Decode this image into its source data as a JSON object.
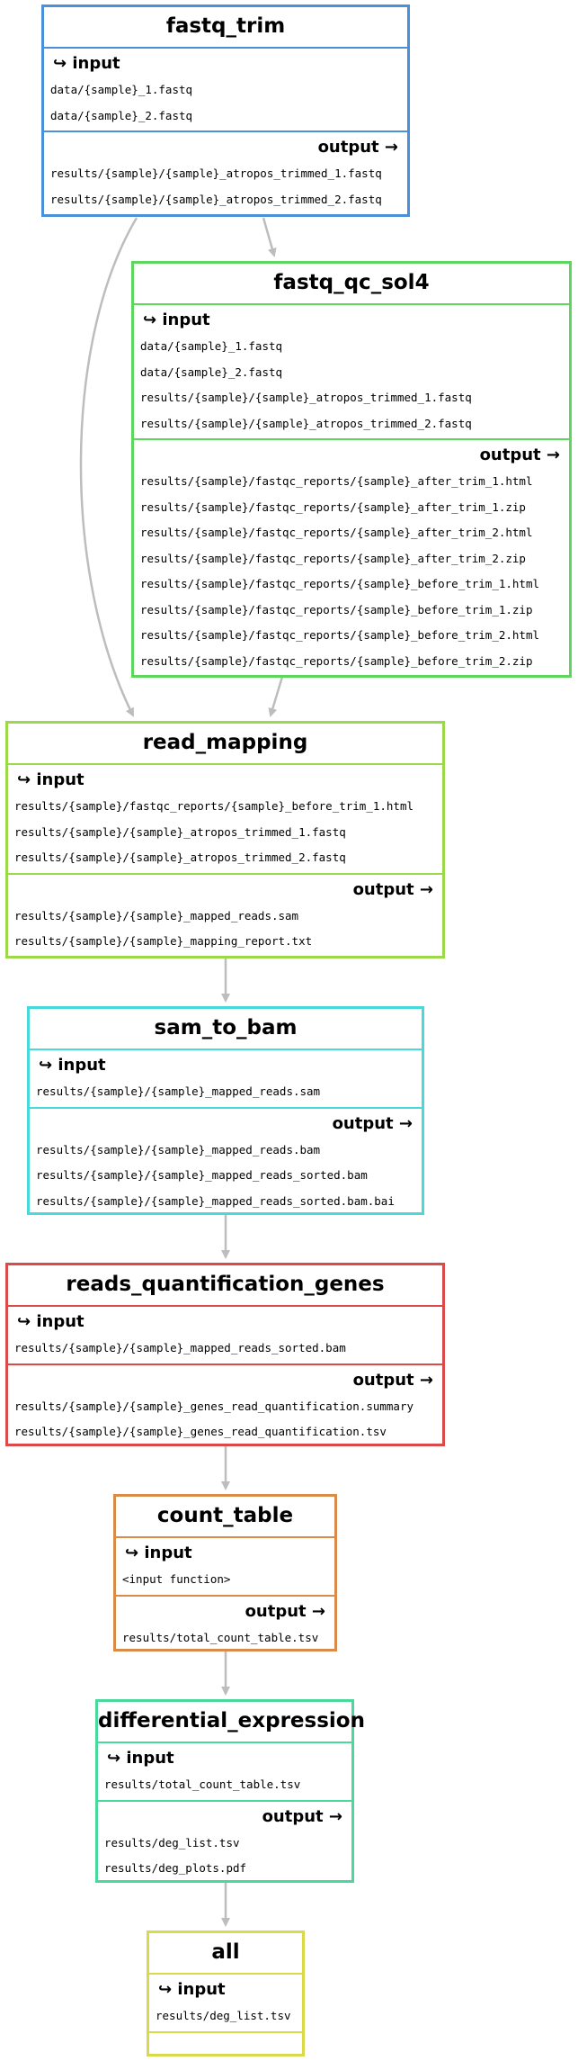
{
  "labels": {
    "input": "↪ input",
    "output": "output →"
  },
  "nodes": [
    {
      "id": "fastq_trim",
      "title": "fastq_trim",
      "color": "#4a90d9",
      "inputs": [
        "data/{sample}_1.fastq",
        "data/{sample}_2.fastq"
      ],
      "outputs": [
        "results/{sample}/{sample}_atropos_trimmed_1.fastq",
        "results/{sample}/{sample}_atropos_trimmed_2.fastq"
      ]
    },
    {
      "id": "fastq_qc_sol4",
      "title": "fastq_qc_sol4",
      "color": "#5cd65c",
      "inputs": [
        "data/{sample}_1.fastq",
        "data/{sample}_2.fastq",
        "results/{sample}/{sample}_atropos_trimmed_1.fastq",
        "results/{sample}/{sample}_atropos_trimmed_2.fastq"
      ],
      "outputs": [
        "results/{sample}/fastqc_reports/{sample}_after_trim_1.html",
        "results/{sample}/fastqc_reports/{sample}_after_trim_1.zip",
        "results/{sample}/fastqc_reports/{sample}_after_trim_2.html",
        "results/{sample}/fastqc_reports/{sample}_after_trim_2.zip",
        "results/{sample}/fastqc_reports/{sample}_before_trim_1.html",
        "results/{sample}/fastqc_reports/{sample}_before_trim_1.zip",
        "results/{sample}/fastqc_reports/{sample}_before_trim_2.html",
        "results/{sample}/fastqc_reports/{sample}_before_trim_2.zip"
      ]
    },
    {
      "id": "read_mapping",
      "title": "read_mapping",
      "color": "#9bd94a",
      "inputs": [
        "results/{sample}/fastqc_reports/{sample}_before_trim_1.html",
        "results/{sample}/{sample}_atropos_trimmed_1.fastq",
        "results/{sample}/{sample}_atropos_trimmed_2.fastq"
      ],
      "outputs": [
        "results/{sample}/{sample}_mapped_reads.sam",
        "results/{sample}/{sample}_mapping_report.txt"
      ]
    },
    {
      "id": "sam_to_bam",
      "title": "sam_to_bam",
      "color": "#4ad9d9",
      "inputs": [
        "results/{sample}/{sample}_mapped_reads.sam"
      ],
      "outputs": [
        "results/{sample}/{sample}_mapped_reads.bam",
        "results/{sample}/{sample}_mapped_reads_sorted.bam",
        "results/{sample}/{sample}_mapped_reads_sorted.bam.bai"
      ]
    },
    {
      "id": "reads_quantification_genes",
      "title": "reads_quantification_genes",
      "color": "#d94a4a",
      "inputs": [
        "results/{sample}/{sample}_mapped_reads_sorted.bam"
      ],
      "outputs": [
        "results/{sample}/{sample}_genes_read_quantification.summary",
        "results/{sample}/{sample}_genes_read_quantification.tsv"
      ]
    },
    {
      "id": "count_table",
      "title": "count_table",
      "color": "#d98c4a",
      "inputs": [
        "<input function>"
      ],
      "outputs": [
        "results/total_count_table.tsv"
      ]
    },
    {
      "id": "differential_expression",
      "title": "differential_expression",
      "color": "#4ad99b",
      "inputs": [
        "results/total_count_table.tsv"
      ],
      "outputs": [
        "results/deg_list.tsv",
        "results/deg_plots.pdf"
      ]
    },
    {
      "id": "all",
      "title": "all",
      "color": "#d9d94a",
      "inputs": [
        "results/deg_list.tsv"
      ],
      "outputs": []
    }
  ],
  "edges": [
    [
      "fastq_trim",
      "fastq_qc_sol4"
    ],
    [
      "fastq_trim",
      "read_mapping"
    ],
    [
      "fastq_qc_sol4",
      "read_mapping"
    ],
    [
      "read_mapping",
      "sam_to_bam"
    ],
    [
      "sam_to_bam",
      "reads_quantification_genes"
    ],
    [
      "reads_quantification_genes",
      "count_table"
    ],
    [
      "count_table",
      "differential_expression"
    ],
    [
      "differential_expression",
      "all"
    ]
  ]
}
